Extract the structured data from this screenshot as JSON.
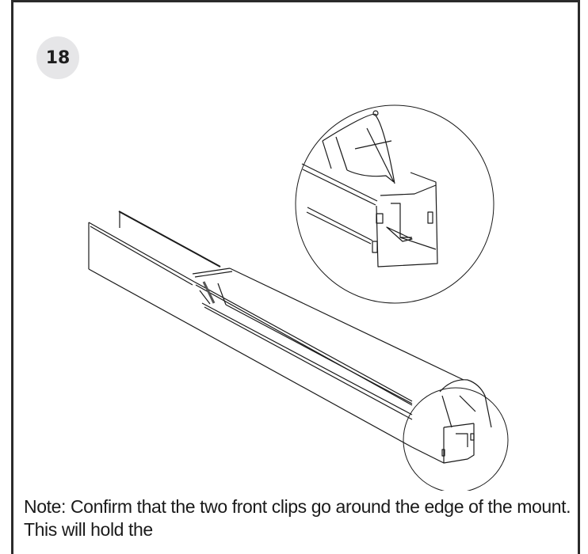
{
  "step": {
    "number": "18"
  },
  "note": {
    "text": "Note: Confirm that the two front clips go around the edge of the mount. This will hold the"
  },
  "illustration": {
    "description": "Isometric line drawing of a long rail/channel with a cover piece and end cap; circular detail callout magnifying the end clips",
    "icons": [
      "rail-assembly-drawing",
      "detail-callout-circle",
      "small-callout-circle"
    ],
    "colors": {
      "line": "#1a1a1a",
      "badge_bg": "#e6e6e8",
      "frame": "#2b2b2b"
    }
  }
}
